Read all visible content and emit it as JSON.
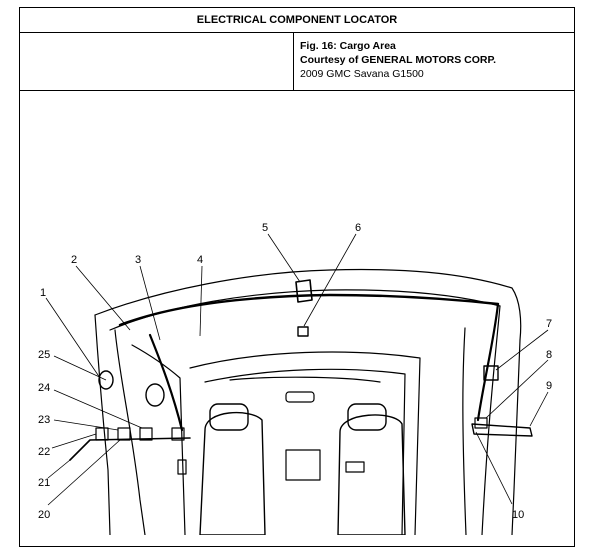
{
  "header": {
    "title": "ELECTRICAL COMPONENT LOCATOR"
  },
  "caption": {
    "figure": "Fig. 16: Cargo Area",
    "courtesy": "Courtesy of GENERAL MOTORS CORP.",
    "vehicle": "2009 GMC Savana G1500"
  },
  "callouts": {
    "c1": "1",
    "c2": "2",
    "c3": "3",
    "c4": "4",
    "c5": "5",
    "c6": "6",
    "c7": "7",
    "c8": "8",
    "c9": "9",
    "c10": "10",
    "c20": "20",
    "c21": "21",
    "c22": "22",
    "c23": "23",
    "c24": "24",
    "c25": "25"
  }
}
